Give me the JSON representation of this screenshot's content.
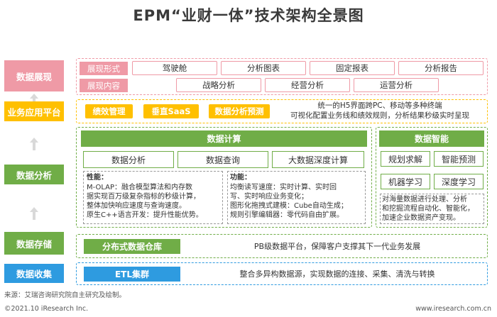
{
  "title": "EPM“业财一体”技术架构全景图",
  "layers": {
    "display": "数据展现",
    "application": "业务应用平台",
    "analysis": "数据分析",
    "storage": "数据存储",
    "collection": "数据收集"
  },
  "display": {
    "form_label": "展现形式",
    "form_items": [
      "驾驶舱",
      "分析图表",
      "固定报表",
      "分析报告"
    ],
    "content_label": "展现内容",
    "content_items": [
      "战略分析",
      "经营分析",
      "运营分析"
    ]
  },
  "application": {
    "items": [
      "绩效管理",
      "垂直SaaS",
      "数据分析预测"
    ],
    "desc_line1": "统一的H5界面跨PC、移动等多种终端",
    "desc_line2": "可视化配置业务线和绩效规则，分析结果秒级实时呈现"
  },
  "compute": {
    "header": "数据计算",
    "items": [
      "数据分析",
      "数据查询",
      "大数据深度计算"
    ],
    "performance_title": "性能：",
    "performance_lines": [
      "M-OLAP：融合模型算法和内存数",
      "据实现百万级复杂指标的秒级计算，",
      "整体加快响应速度与查询速度。",
      "原生C++语言开发：提升性能优势。"
    ],
    "function_title": "功能：",
    "function_lines": [
      "均衡读写速度：实时计算、实时回",
      "写、实时响应业务变化；",
      "图形化拖拽式建模：Cube自动生成；",
      "规则引擎编辑器：零代码自由扩展。"
    ]
  },
  "intelligence": {
    "header": "数据智能",
    "items": [
      "规划求解",
      "智能预测",
      "机器学习",
      "深度学习"
    ],
    "desc_lines": [
      "对海量数据进行处理、分析",
      "和挖掘流程自动化、智能化，",
      "加速企业数据资产变现。"
    ]
  },
  "storage": {
    "label": "分布式数据仓库",
    "desc": "PB级数据平台，保障客户支撑其下一代业务发展"
  },
  "collection": {
    "label": "ETL集群",
    "desc": "整合多异构数据源，实现数据的连接、采集、清洗与转换"
  },
  "footer": {
    "source": "来源：艾瑞咨询研究院自主研究及绘制。",
    "copyright": "©2021.10 iResearch Inc.",
    "website": "www.iresearch.com.cn"
  },
  "colors": {
    "display": "#ef9aa6",
    "application": "#ffc000",
    "analysis": "#70ad47",
    "storage": "#70ad47",
    "collection": "#2e9be0",
    "arrow": "#d9d9d9"
  }
}
